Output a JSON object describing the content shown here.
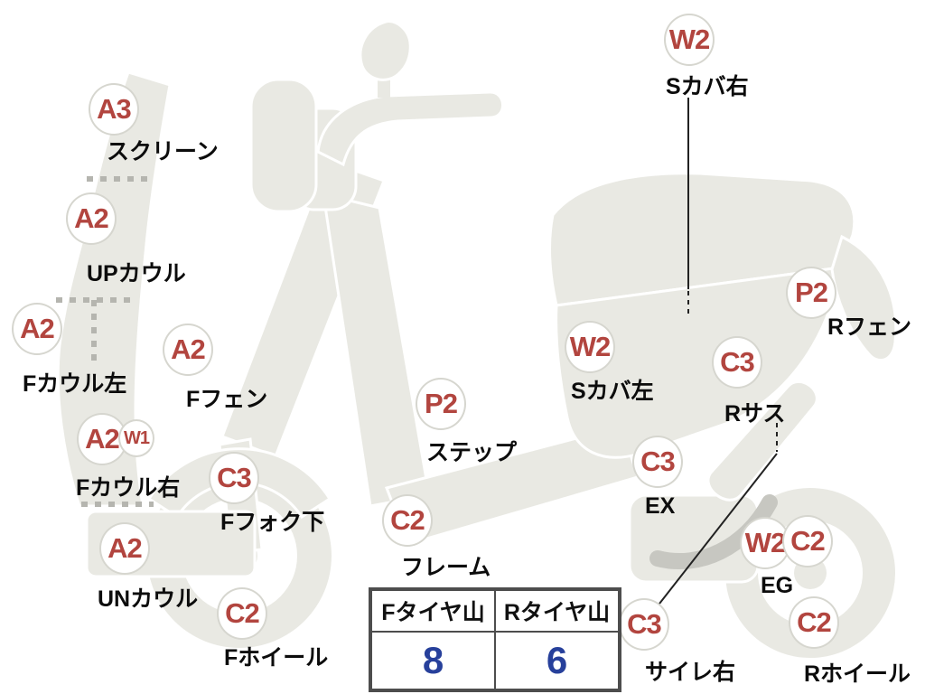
{
  "diagram": {
    "markers": [
      {
        "code": "A3",
        "label": "スクリーン"
      },
      {
        "code": "A2",
        "label": "UPカウル"
      },
      {
        "code": "A2",
        "label": "Fカウル左"
      },
      {
        "code": "A2",
        "label": "Fフェン"
      },
      {
        "code": "A2",
        "code2": "W1",
        "label": "Fカウル右"
      },
      {
        "code": "C3",
        "label": "Fフォク下"
      },
      {
        "code": "A2",
        "label": "UNカウル"
      },
      {
        "code": "C2",
        "label": "Fホイール"
      },
      {
        "code": "W2",
        "label": "Sカバ右"
      },
      {
        "code": "P2",
        "label": "Rフェン"
      },
      {
        "code": "W2",
        "label": "Sカバ左"
      },
      {
        "code": "C3",
        "label": "Rサス"
      },
      {
        "code": "P2",
        "label": "ステップ"
      },
      {
        "code": "C3",
        "label": "EX"
      },
      {
        "code": "C2",
        "label": "フレーム"
      },
      {
        "code": "W2",
        "code2": "C2",
        "label": "EG"
      },
      {
        "code": "C3",
        "label": "サイレ右"
      },
      {
        "code": "C2",
        "label": "Rホイール"
      }
    ]
  },
  "tread_table": {
    "front_header": "Fタイヤ山",
    "rear_header": "Rタイヤ山",
    "front_value": "8",
    "rear_value": "6"
  },
  "colors": {
    "condition_code": "#b2453f",
    "tread_value": "#27409b",
    "body_fill": "#e9e9e3"
  }
}
